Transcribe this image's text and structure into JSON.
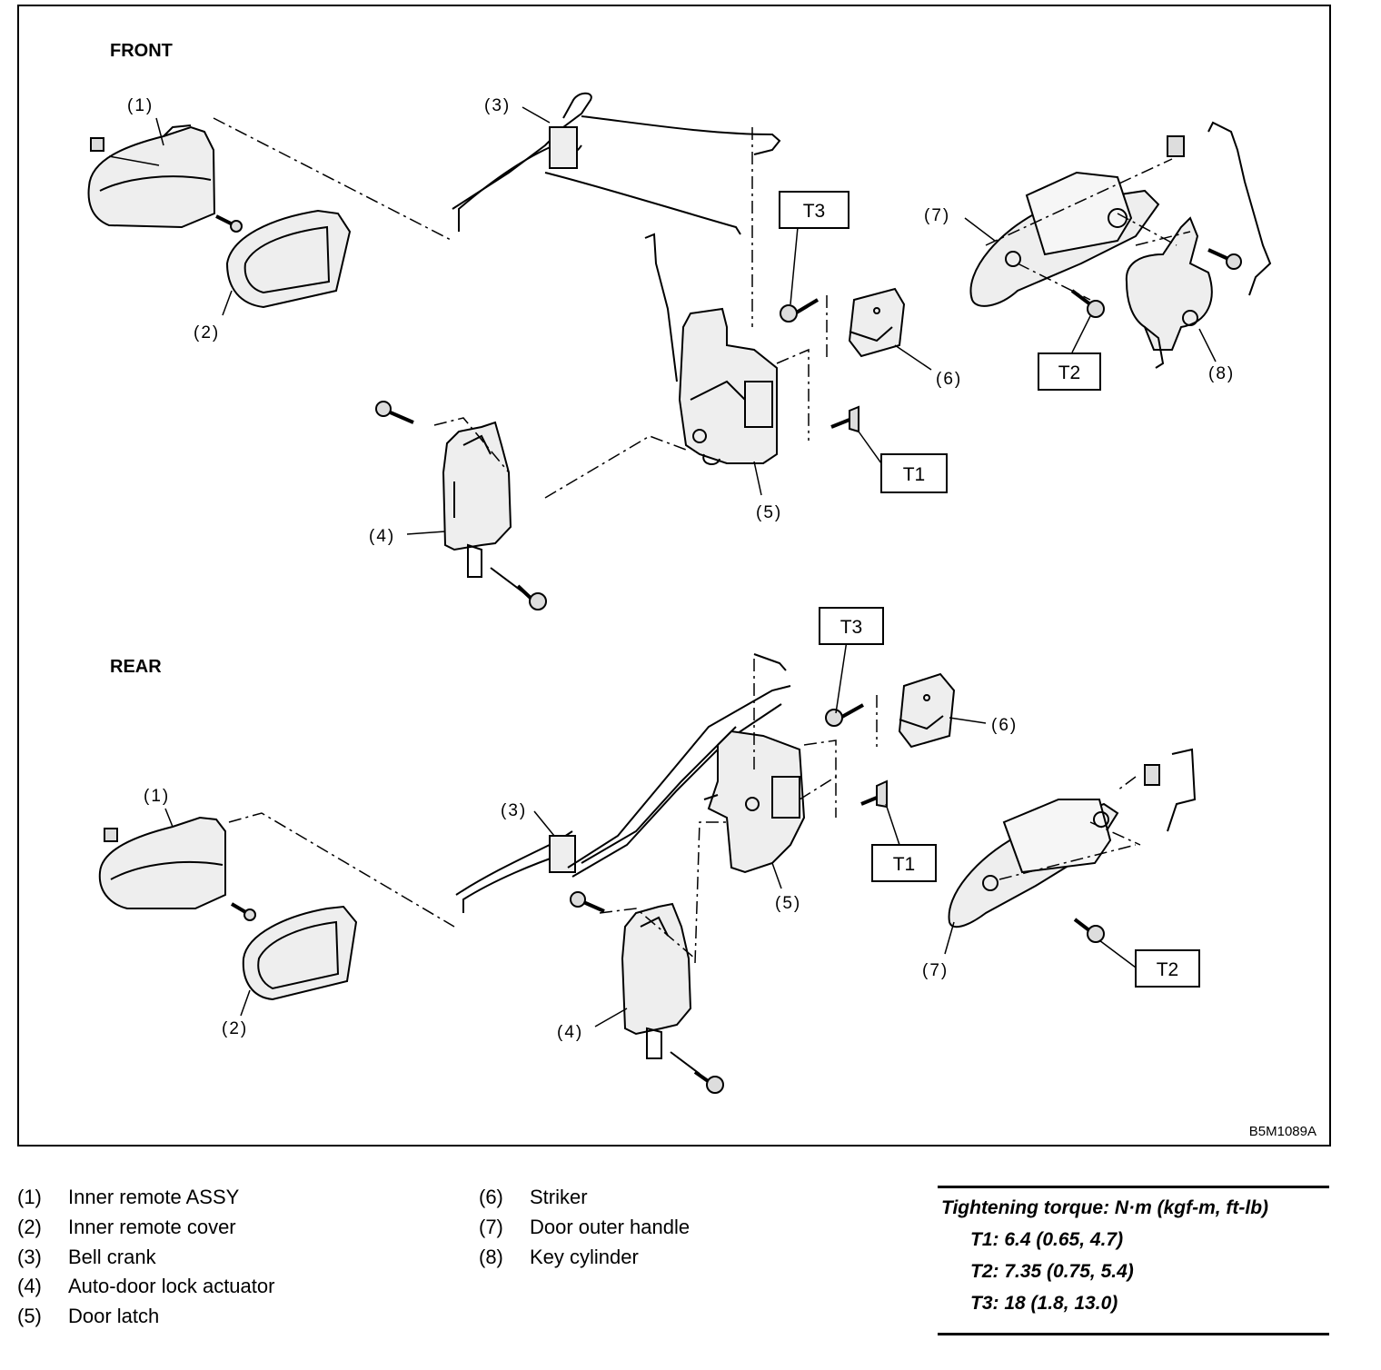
{
  "figure": {
    "code": "B5M1089A",
    "sections": [
      {
        "key": "front",
        "label": "FRONT"
      },
      {
        "key": "rear",
        "label": "REAR"
      }
    ],
    "callouts": {
      "c1": "(1)",
      "c2": "(2)",
      "c3": "(3)",
      "c4": "(4)",
      "c5": "(5)",
      "c6": "(6)",
      "c7": "(7)",
      "c8": "(8)"
    },
    "torque_tags": {
      "t1": "T1",
      "t2": "T2",
      "t3": "T3"
    }
  },
  "legend": {
    "items": [
      {
        "num": "(1)",
        "label": "Inner remote ASSY"
      },
      {
        "num": "(2)",
        "label": "Inner remote cover"
      },
      {
        "num": "(3)",
        "label": "Bell crank"
      },
      {
        "num": "(4)",
        "label": "Auto-door lock actuator"
      },
      {
        "num": "(5)",
        "label": "Door latch"
      },
      {
        "num": "(6)",
        "label": "Striker"
      },
      {
        "num": "(7)",
        "label": "Door outer handle"
      },
      {
        "num": "(8)",
        "label": "Key cylinder"
      }
    ]
  },
  "torque": {
    "title": "Tightening torque: N·m (kgf-m, ft-lb)",
    "values": [
      {
        "label": "T1: 6.4 (0.65, 4.7)"
      },
      {
        "label": "T2: 7.35 (0.75, 5.4)"
      },
      {
        "label": "T3: 18 (1.8, 13.0)"
      }
    ]
  }
}
